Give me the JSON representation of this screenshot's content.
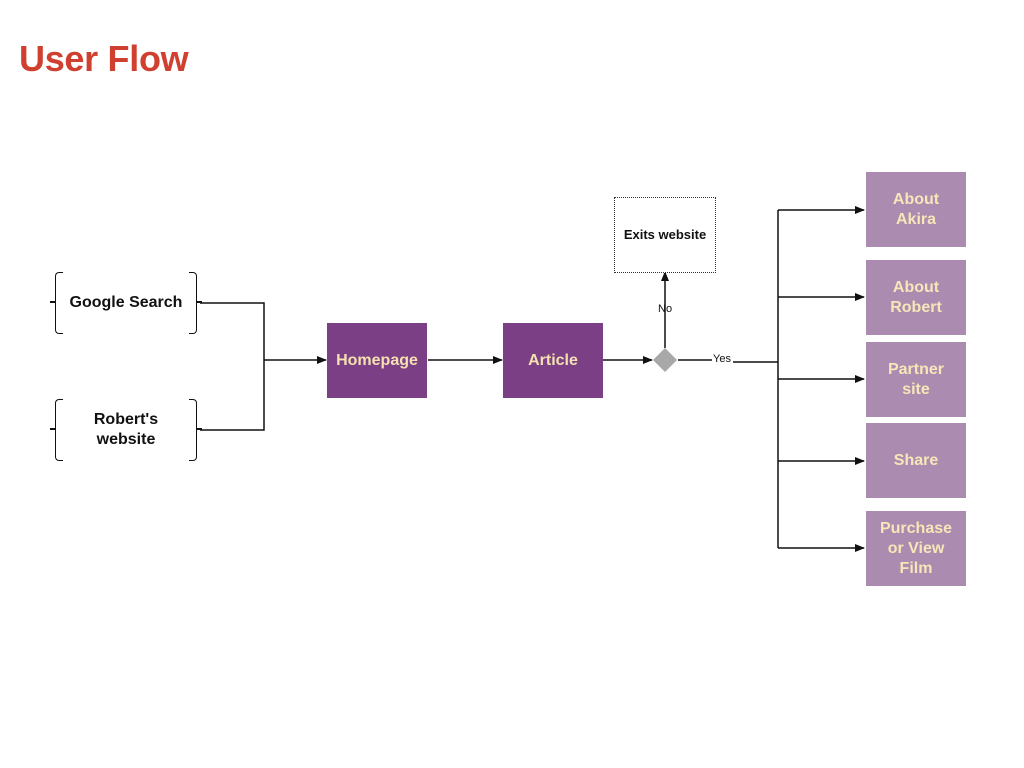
{
  "title": "User Flow",
  "sources": [
    "Google Search",
    "Robert's website"
  ],
  "main": {
    "homepage": "Homepage",
    "article": "Article"
  },
  "decision": {
    "no_label": "No",
    "yes_label": "Yes",
    "exit_label": "Exits website"
  },
  "destinations": [
    "About Akira",
    "About Robert",
    "Partner site",
    "Share",
    "Purchase or View Film"
  ],
  "colors": {
    "title": "#d04030",
    "primary_node": "#7a3f85",
    "secondary_node": "#ab8bb0",
    "node_text": "#f4e0b0",
    "decision": "#a8a8a8"
  }
}
